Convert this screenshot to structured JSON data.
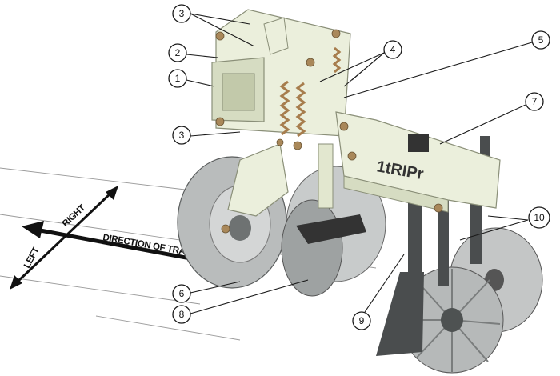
{
  "diagram": {
    "colors": {
      "frame": "#ebefdc",
      "frame_shade": "#d6dcc2",
      "frame_edge": "#8a8f78",
      "disc": "#b9bcbc",
      "disc_dark": "#6e7272",
      "shank": "#4a4d4e",
      "spring": "#a77d4d",
      "ink": "#111111"
    },
    "callouts": [
      {
        "label": "1"
      },
      {
        "label": "2"
      },
      {
        "label": "3"
      },
      {
        "label": "3"
      },
      {
        "label": "4"
      },
      {
        "label": "5"
      },
      {
        "label": "6"
      },
      {
        "label": "7"
      },
      {
        "label": "8"
      },
      {
        "label": "9"
      },
      {
        "label": "10"
      }
    ],
    "direction": {
      "right_label": "RIGHT",
      "left_label": "LEFT",
      "travel_label": "DIRECTION OF TRAVEL"
    },
    "logo_text": "1tRIPr"
  }
}
